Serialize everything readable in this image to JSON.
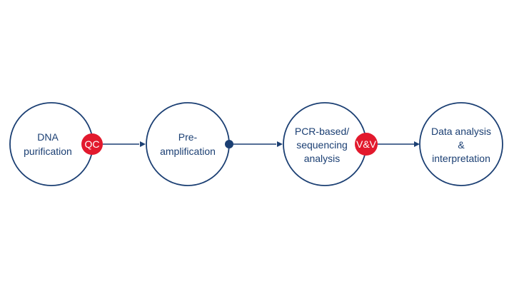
{
  "colors": {
    "primary": "#1b3f73",
    "accent": "#e2192d",
    "background": "#ffffff"
  },
  "steps": [
    {
      "id": "dna-purification",
      "lines": [
        "DNA",
        "purification"
      ]
    },
    {
      "id": "pre-amplification",
      "lines": [
        "Pre-",
        "amplification"
      ]
    },
    {
      "id": "pcr-sequencing",
      "lines": [
        "PCR-based/",
        "sequencing",
        "analysis"
      ]
    },
    {
      "id": "data-analysis",
      "lines": [
        "Data analysis",
        "&",
        "interpretation"
      ]
    }
  ],
  "badges": {
    "qc": "QC",
    "vv": "V&V"
  }
}
